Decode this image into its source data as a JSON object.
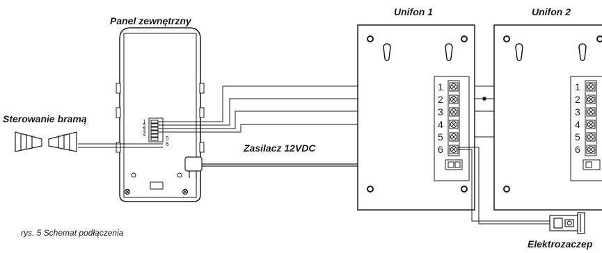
{
  "labels": {
    "outdoor_panel": "Panel zewnętrzny",
    "gate_control": "Sterowanie bramą",
    "power_supply": "Zasilacz 12VDC",
    "handset_1": "Unifon 1",
    "handset_2": "Unifon 2",
    "door_strike": "Elektrozaczep",
    "caption": "rys. 5 Schemat podłączenia"
  },
  "panel_pins": [
    "1",
    "2",
    "3",
    "4",
    "5",
    "6"
  ],
  "terminal_numbers_unifon1": [
    "1",
    "2",
    "3",
    "4",
    "5",
    "6"
  ],
  "terminal_numbers_unifon2": [
    "1",
    "2",
    "3",
    "4",
    "5",
    "6"
  ]
}
